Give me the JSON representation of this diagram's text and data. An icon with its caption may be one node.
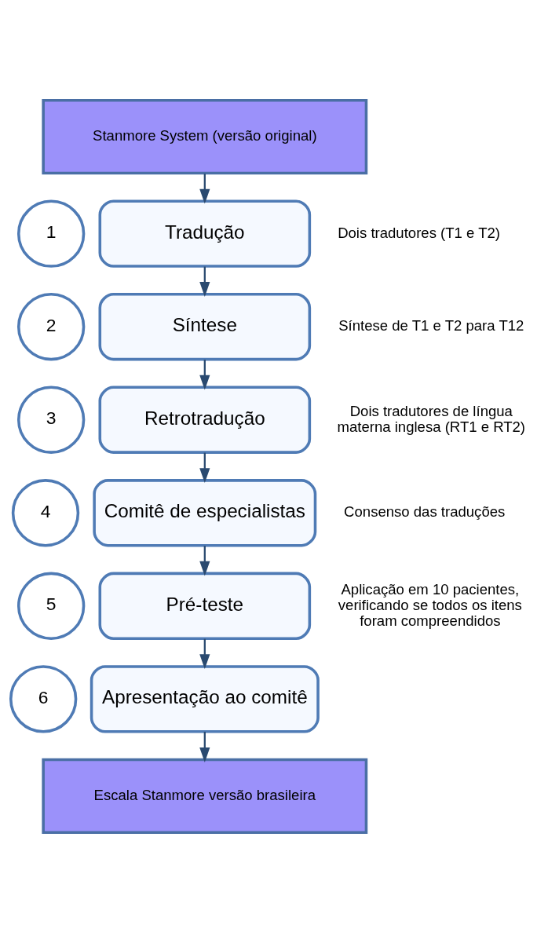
{
  "diagram": {
    "nodes": [
      {
        "text": [
          "Stanmore System (versão original)"
        ]
      },
      {
        "text": [
          "1"
        ]
      },
      {
        "text": [
          "Tradução"
        ],
        "beside": [
          "Dois tradutores (T1 e T2)"
        ]
      },
      {
        "text": [
          "2"
        ]
      },
      {
        "text": [
          "Síntese"
        ],
        "beside": [
          "Síntese de T1 e T2 para T12"
        ]
      },
      {
        "text": [
          "3"
        ]
      },
      {
        "text": [
          "Retrotradução"
        ],
        "beside": [
          "Dois tradutores de língua materna inglesa (RT1 e RT2)"
        ]
      },
      {
        "text": [
          "4"
        ]
      },
      {
        "text": [
          "Comitê de especialistas"
        ],
        "beside": [
          "Consenso das traduções"
        ]
      },
      {
        "text": [
          "5"
        ]
      },
      {
        "text": [
          "Pré-teste"
        ],
        "beside": [
          "Aplicação em 10 pacientes, verificando se todos os itens foram compreendidos"
        ]
      },
      {
        "text": [
          "6"
        ]
      },
      {
        "text": [
          "Apresentação ao comitê"
        ]
      },
      {
        "text": [
          "Escala Stanmore versão brasileira"
        ]
      }
    ],
    "edges": [
      {
        "from": 0,
        "to": 2,
        "arrow": "to"
      },
      {
        "from": 2,
        "to": 4,
        "arrow": "to"
      },
      {
        "from": 4,
        "to": 6,
        "arrow": "to"
      },
      {
        "from": 6,
        "to": 8,
        "arrow": "to"
      },
      {
        "from": 8,
        "to": 10,
        "arrow": "to"
      },
      {
        "from": 10,
        "to": 12,
        "arrow": "to"
      },
      {
        "from": 12,
        "to": 13,
        "arrow": "to"
      }
    ]
  }
}
